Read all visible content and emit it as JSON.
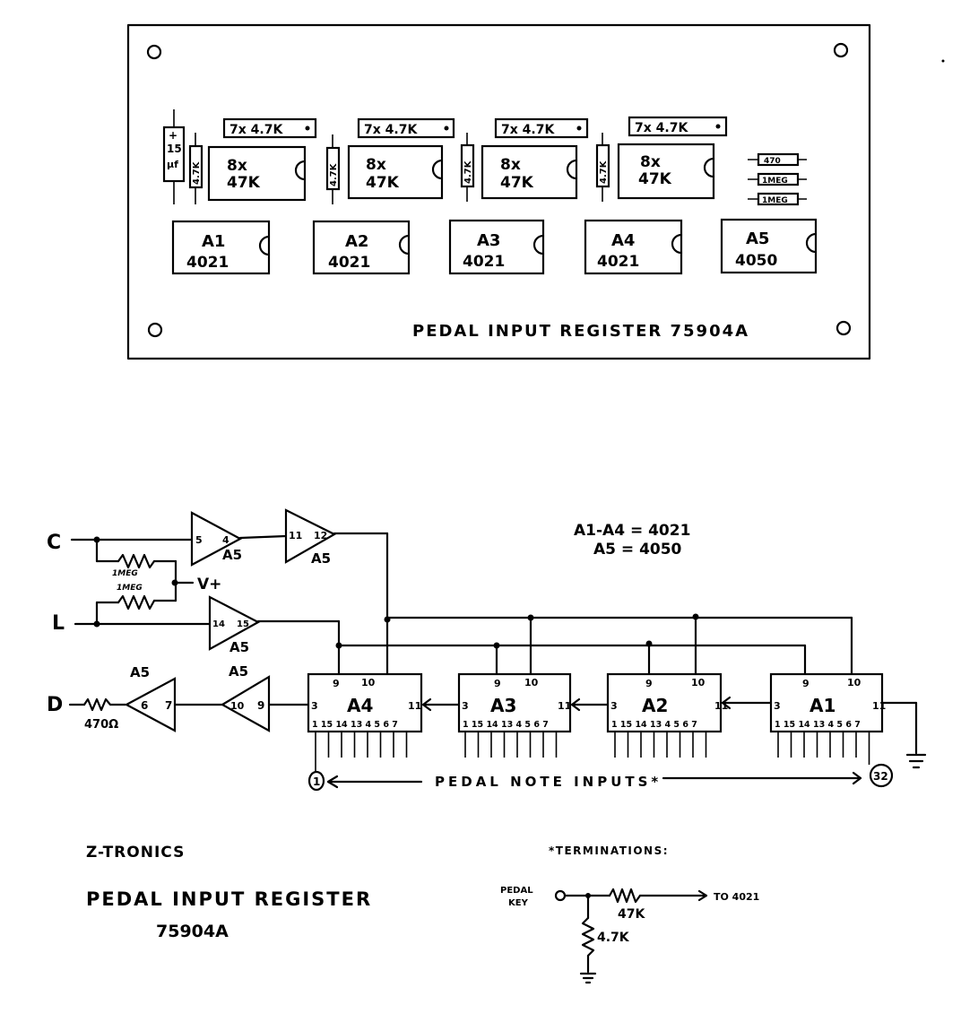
{
  "board": {
    "title": "PEDAL INPUT REGISTER 75904A",
    "capacitor": {
      "polarity": "+",
      "value_line1": "15",
      "value_line2": "µf"
    },
    "resistor_networks": [
      {
        "label": "7x 4.7K"
      },
      {
        "label": "7x 4.7K"
      },
      {
        "label": "7x 4.7K"
      },
      {
        "label": "7x 4.7K"
      }
    ],
    "vertical_resistors": [
      {
        "label": "4.7K"
      },
      {
        "label": "4.7K"
      },
      {
        "label": "4.7K"
      },
      {
        "label": "4.7K"
      }
    ],
    "dip_networks": [
      {
        "line1": "8x",
        "line2": "47K"
      },
      {
        "line1": "8x",
        "line2": "47K"
      },
      {
        "line1": "8x",
        "line2": "47K"
      },
      {
        "line1": "8x",
        "line2": "47K"
      }
    ],
    "side_resistors": [
      {
        "label": "470"
      },
      {
        "label": "1MEG"
      },
      {
        "label": "1MEG"
      }
    ],
    "ics": [
      {
        "ref": "A1",
        "part": "4021"
      },
      {
        "ref": "A2",
        "part": "4021"
      },
      {
        "ref": "A3",
        "part": "4021"
      },
      {
        "ref": "A4",
        "part": "4021"
      },
      {
        "ref": "A5",
        "part": "4050"
      }
    ]
  },
  "schematic": {
    "legend_line1": "A1-A4 = 4021",
    "legend_line2": "A5 = 4050",
    "inputs": {
      "c": "C",
      "l": "L",
      "d": "D"
    },
    "vplus": "V+",
    "r_top": "1MEG",
    "r_bottom": "1MEG",
    "r_d": "470Ω",
    "buffers": [
      {
        "ref": "A5",
        "pin_in": "5",
        "pin_out": "4"
      },
      {
        "ref": "A5",
        "pin_in": "11",
        "pin_out": "12"
      },
      {
        "ref": "A5",
        "pin_in": "14",
        "pin_out": "15"
      },
      {
        "ref": "A5",
        "pin_in": "7",
        "pin_out": "6"
      },
      {
        "ref": "A5",
        "pin_in": "9",
        "pin_out": "10"
      }
    ],
    "registers": [
      {
        "ref": "A4",
        "pin9": "9",
        "pin10": "10",
        "pin3": "3",
        "pin11": "11",
        "pins": "1 15 14 13 4 5 6 7"
      },
      {
        "ref": "A3",
        "pin9": "9",
        "pin10": "10",
        "pin3": "3",
        "pin11": "11",
        "pins": "1 15 14 13 4 5 6 7"
      },
      {
        "ref": "A2",
        "pin9": "9",
        "pin10": "10",
        "pin3": "3",
        "pin11": "11",
        "pins": "1 15 14 13 4 5 6 7"
      },
      {
        "ref": "A1",
        "pin9": "9",
        "pin10": "10",
        "pin3": "3",
        "pin11": "11",
        "pins": "1 15 14 13 4 5 6 7"
      }
    ],
    "note_inputs_label": "PEDAL NOTE INPUTS*",
    "first_input": "1",
    "last_input": "32"
  },
  "footer": {
    "brand": "Z-TRONICS",
    "title_line1": "PEDAL INPUT REGISTER",
    "title_line2": "75904A"
  },
  "terminations": {
    "title": "*TERMINATIONS:",
    "key_line1": "PEDAL",
    "key_line2": "KEY",
    "r_series": "47K",
    "r_shunt": "4.7K",
    "to_label": "TO 4021"
  }
}
